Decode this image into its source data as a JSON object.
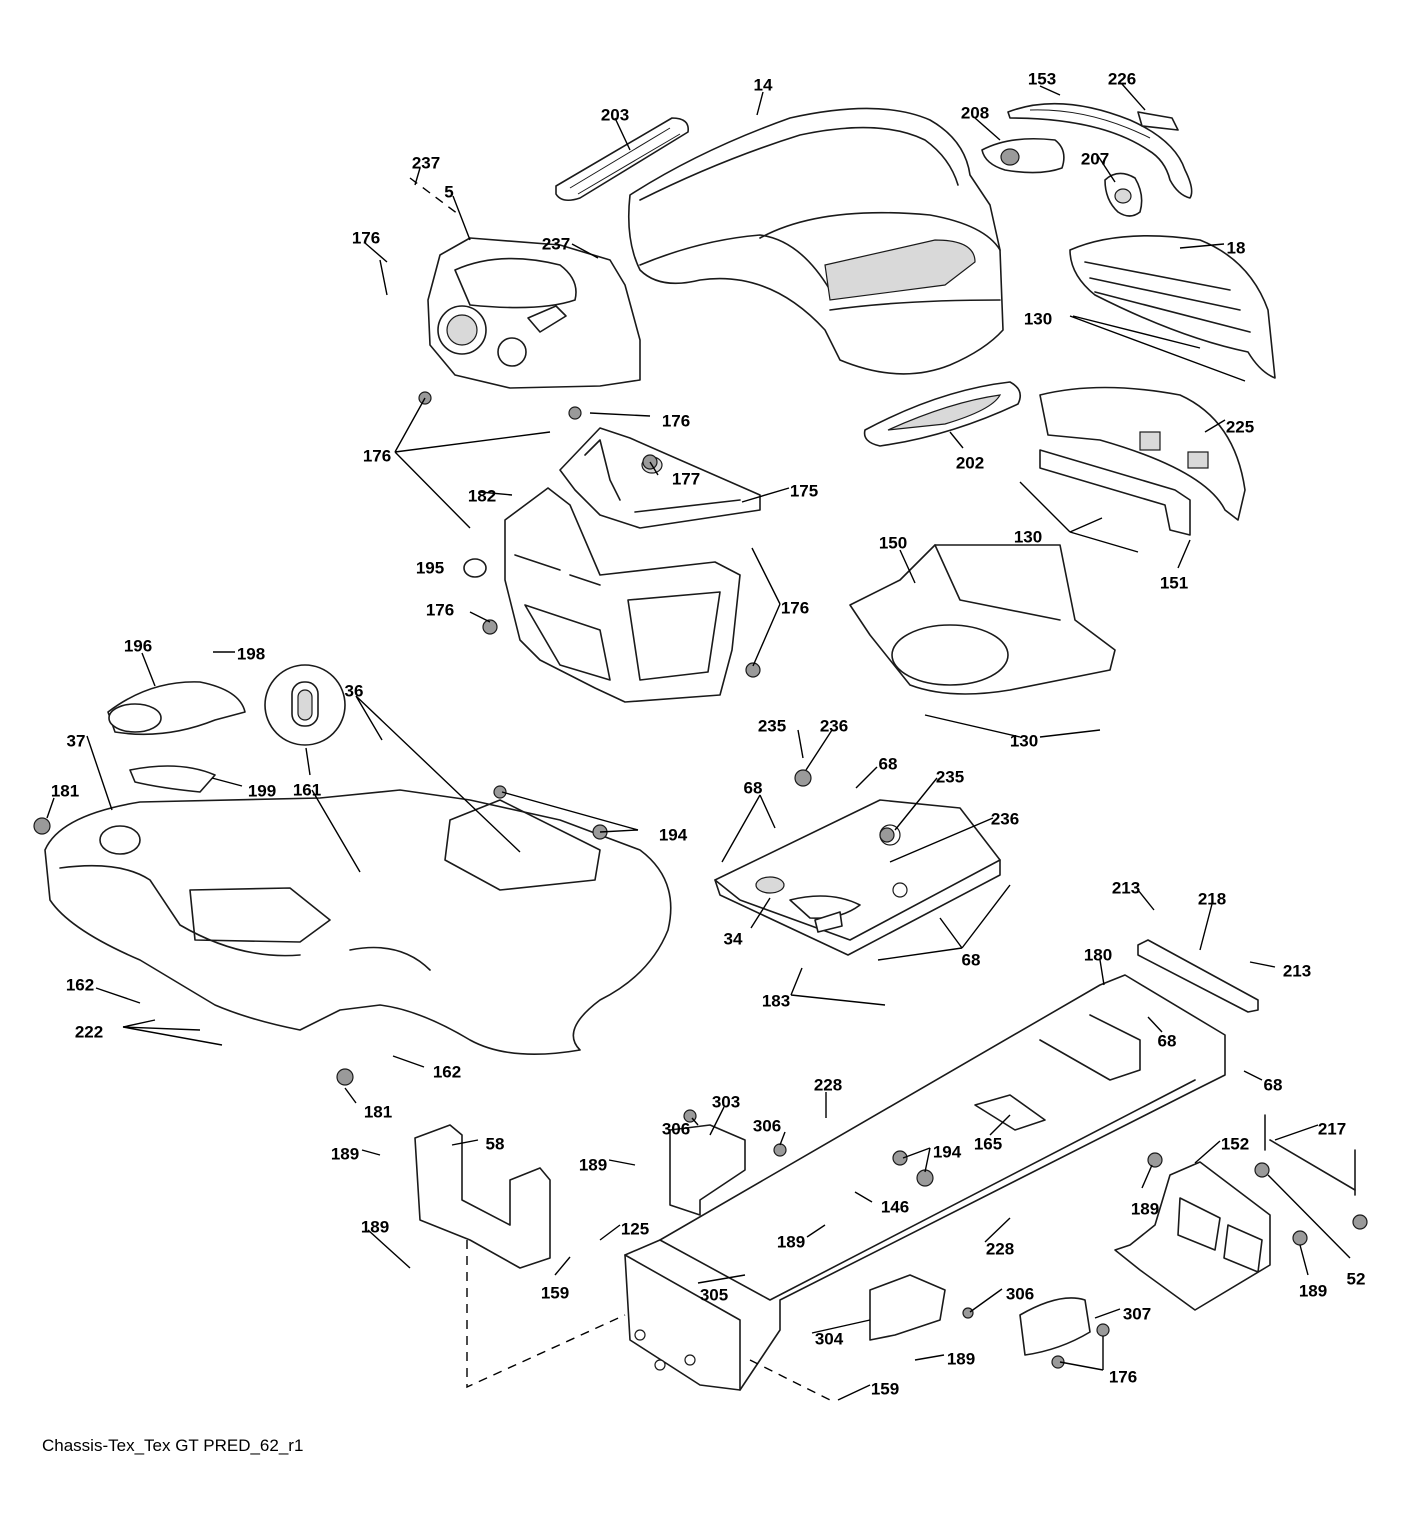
{
  "caption": "Chassis-Tex_Tex GT PRED_62_r1",
  "callouts": [
    "14",
    "153",
    "226",
    "203",
    "208",
    "207",
    "237",
    "5",
    "237",
    "176",
    "18",
    "130",
    "176",
    "176",
    "177",
    "175",
    "225",
    "202",
    "182",
    "130",
    "150",
    "195",
    "176",
    "176",
    "151",
    "196",
    "198",
    "36",
    "161",
    "130",
    "37",
    "199",
    "181",
    "235",
    "236",
    "68",
    "68",
    "235",
    "236",
    "194",
    "34",
    "68",
    "183",
    "213",
    "218",
    "180",
    "213",
    "162",
    "222",
    "162",
    "68",
    "68",
    "181",
    "228",
    "303",
    "306",
    "306",
    "194",
    "165",
    "189",
    "58",
    "189",
    "146",
    "152",
    "217",
    "189",
    "189",
    "159",
    "125",
    "189",
    "228",
    "52",
    "189",
    "305",
    "306",
    "307",
    "304",
    "189",
    "176",
    "159"
  ]
}
